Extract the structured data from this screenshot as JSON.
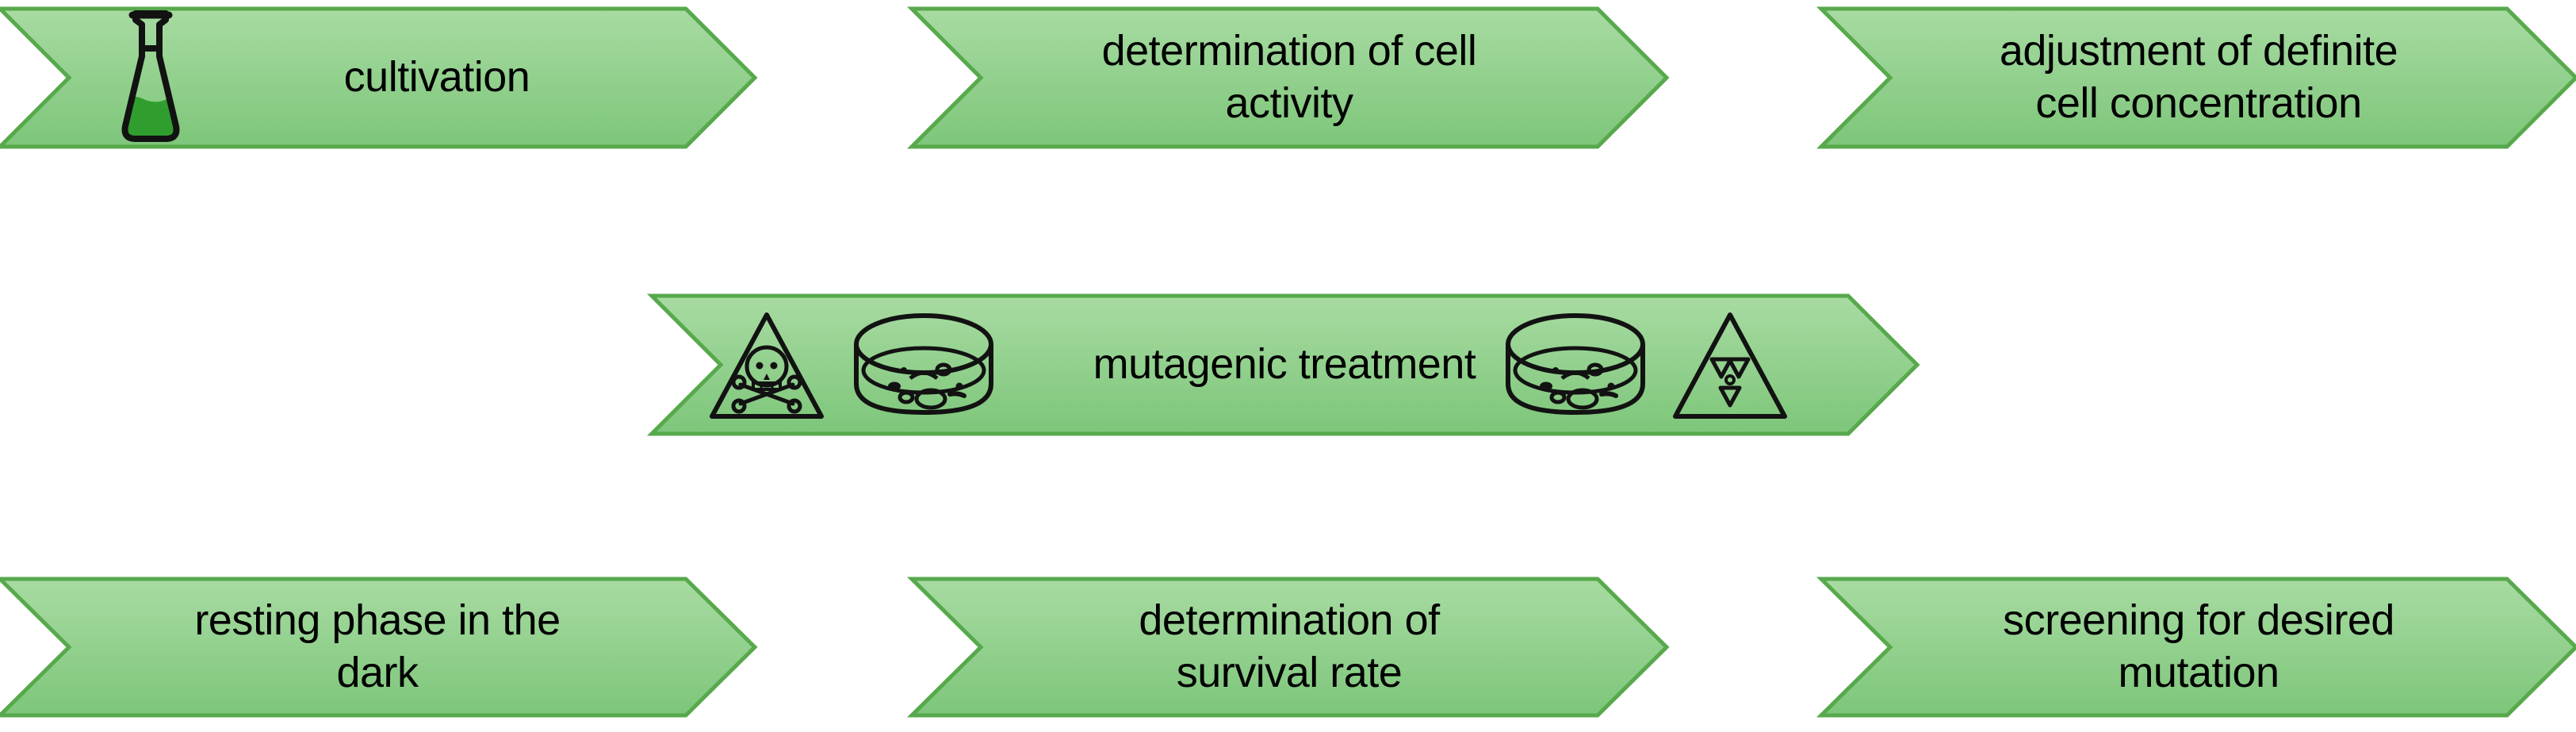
{
  "diagram": {
    "title": "mutagenesis workflow",
    "type": "process-flow-chevrons",
    "colors": {
      "fill_top": "#a8dba2",
      "fill_bottom": "#7dc67a",
      "border": "#57a94c",
      "text": "#000000",
      "icon_stroke": "#121212",
      "flask_liquid": "#2f9e2f",
      "background": "#ffffff"
    },
    "rows": [
      {
        "row": 1,
        "steps": [
          {
            "id": "cultivation",
            "label": "cultivation",
            "icons": [
              "flask-icon"
            ]
          },
          {
            "id": "cell-activity",
            "label": "determination of cell\nactivity",
            "icons": []
          },
          {
            "id": "cell-concentration",
            "label": "adjustment of definite\ncell concentration",
            "icons": []
          }
        ]
      },
      {
        "row": 2,
        "steps": [
          {
            "id": "mutagenic-treatment",
            "label": "mutagenic treatment",
            "icons": [
              "toxic-hazard-triangle-icon",
              "petri-dish-left-icon",
              "petri-dish-right-icon",
              "radiation-hazard-triangle-icon"
            ]
          }
        ]
      },
      {
        "row": 3,
        "steps": [
          {
            "id": "resting-phase",
            "label": "resting phase in the\ndark",
            "icons": []
          },
          {
            "id": "survival-rate",
            "label": "determination of\nsurvival rate",
            "icons": []
          },
          {
            "id": "screening-mutation",
            "label": "screening for desired\nmutation",
            "icons": []
          }
        ]
      }
    ]
  }
}
